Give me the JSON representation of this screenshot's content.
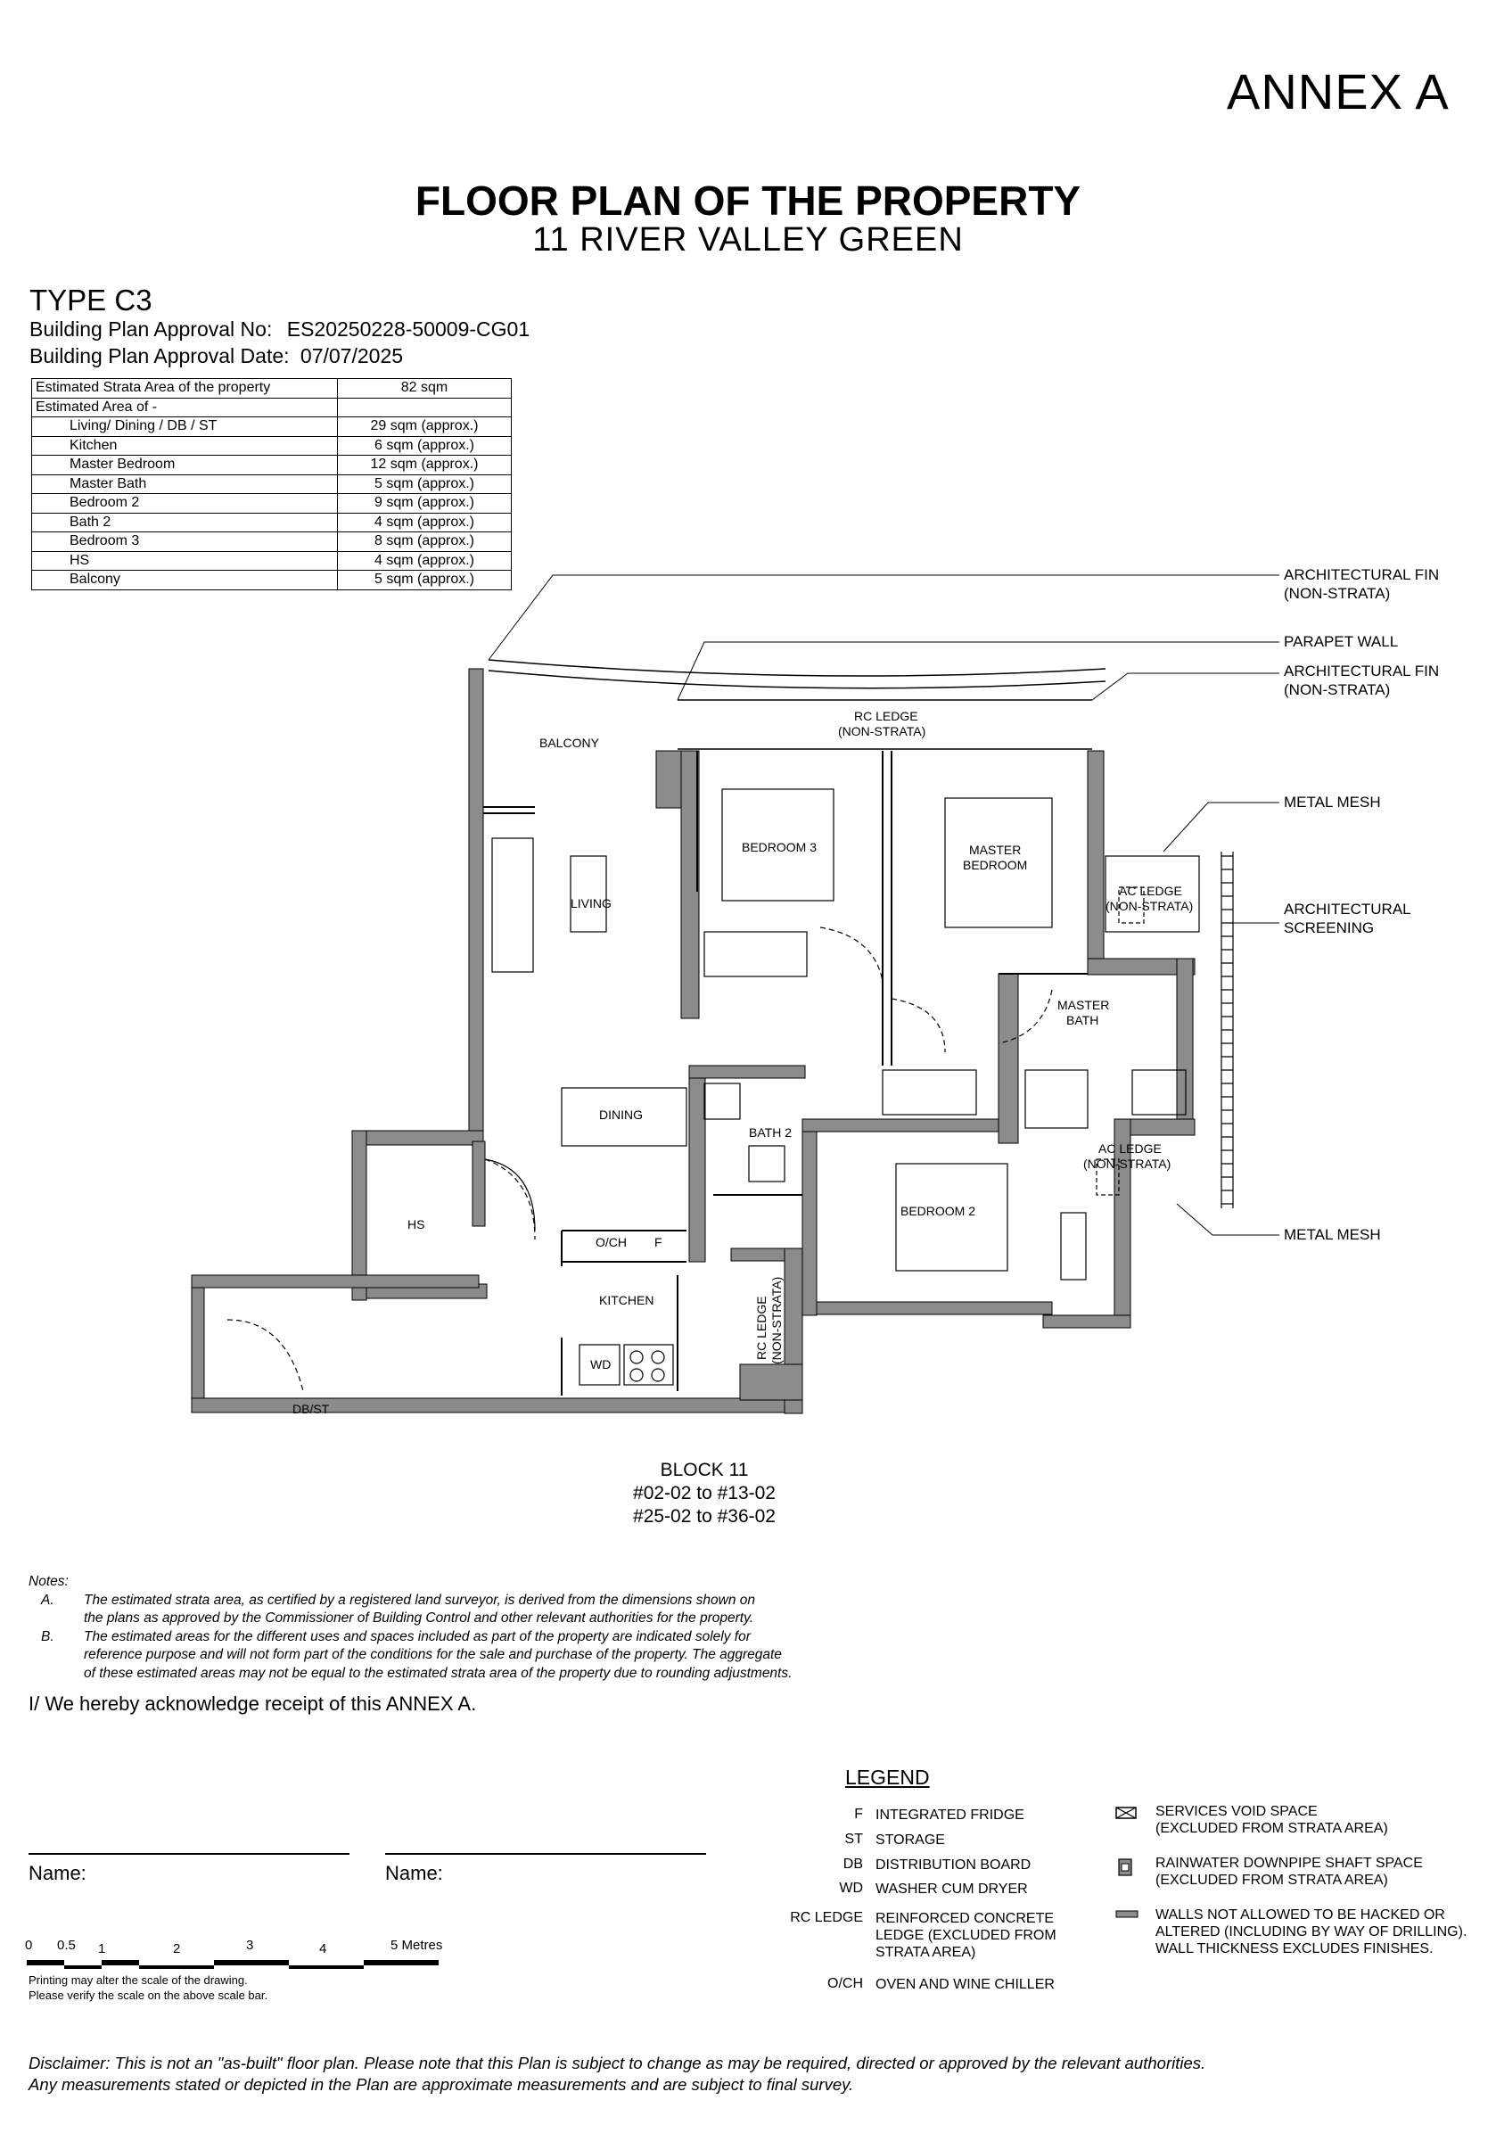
{
  "header": {
    "annex": "ANNEX A",
    "title": "FLOOR PLAN OF THE PROPERTY",
    "subtitle": "11 RIVER VALLEY GREEN"
  },
  "unit": {
    "type": "TYPE C3",
    "approval_no_label": "Building Plan Approval No:",
    "approval_no": "ES20250228-50009-CG01",
    "approval_date_label": "Building Plan Approval Date:",
    "approval_date": "07/07/2025"
  },
  "area_table": {
    "strata_label": "Estimated Strata Area of the property",
    "strata_value": "82 sqm",
    "estimated_label": "Estimated Area of -",
    "rows": [
      {
        "label": "Living/ Dining / DB / ST",
        "value": "29 sqm (approx.)"
      },
      {
        "label": "Kitchen",
        "value": "6 sqm (approx.)"
      },
      {
        "label": "Master Bedroom",
        "value": "12 sqm (approx.)"
      },
      {
        "label": "Master Bath",
        "value": "5 sqm (approx.)"
      },
      {
        "label": "Bedroom 2",
        "value": "9 sqm (approx.)"
      },
      {
        "label": "Bath 2",
        "value": "4 sqm (approx.)"
      },
      {
        "label": "Bedroom 3",
        "value": "8 sqm (approx.)"
      },
      {
        "label": "HS",
        "value": "4 sqm (approx.)"
      },
      {
        "label": "Balcony",
        "value": "5 sqm (approx.)"
      }
    ]
  },
  "plan": {
    "rooms": {
      "balcony": "BALCONY",
      "living": "LIVING",
      "bedroom3": "BEDROOM 3",
      "master_bedroom_1": "MASTER",
      "master_bedroom_2": "BEDROOM",
      "master_bath_1": "MASTER",
      "master_bath_2": "BATH",
      "dining": "DINING",
      "bath2": "BATH 2",
      "bedroom2": "BEDROOM 2",
      "hs": "HS",
      "kitchen": "KITCHEN",
      "och": "O/CH",
      "fridge": "F",
      "wd": "WD",
      "dbst": "DB/ST",
      "rc_ledge_1": "RC LEDGE",
      "rc_ledge_2": "(NON-STRATA)",
      "ac_ledge_1": "AC LEDGE",
      "ac_ledge_2": "(NON-STRATA)",
      "ac_ledge_b1": "AC LEDGE",
      "ac_ledge_b2": "(NON-STRATA)",
      "rc_ledge_v1": "RC LEDGE",
      "rc_ledge_v2": "(NON-STRATA)"
    },
    "callouts": {
      "arch_fin_1a": "ARCHITECTURAL FIN",
      "arch_fin_1b": "(NON-STRATA)",
      "parapet": "PARAPET WALL",
      "arch_fin_2a": "ARCHITECTURAL FIN",
      "arch_fin_2b": "(NON-STRATA)",
      "metal_mesh_1": "METAL MESH",
      "arch_screen_a": "ARCHITECTURAL",
      "arch_screen_b": "SCREENING",
      "metal_mesh_2": "METAL MESH"
    }
  },
  "block": {
    "name": "BLOCK 11",
    "range1": "#02-02 to #13-02",
    "range2": "#25-02 to #36-02"
  },
  "notes": {
    "heading": "Notes:",
    "items": [
      {
        "label": "A.",
        "line1": "The estimated strata area, as certified by a registered land surveyor, is derived from the dimensions shown on",
        "line2": "the plans as approved by the Commissioner of Building Control and other relevant authorities for the property."
      },
      {
        "label": "B.",
        "line1": "The estimated areas for the different uses and spaces included as part of the property are indicated solely for",
        "line2": "reference purpose and will not form part of the conditions for the sale and purchase of the property. The aggregate",
        "line3": "of these estimated areas may not be equal to the estimated strata area of the property due to rounding adjustments."
      }
    ]
  },
  "acknowledgement": "I/ We hereby acknowledge receipt of this ANNEX A.",
  "signatures": {
    "name1": "Name:",
    "name2": "Name:"
  },
  "scale_bar": {
    "ticks": [
      "0",
      "0.5",
      "1",
      "2",
      "3",
      "4"
    ],
    "end_label": "5 Metres",
    "note1": "Printing may alter the scale of the drawing.",
    "note2": "Please verify the scale on the above scale bar."
  },
  "legend": {
    "title": "LEGEND",
    "abbrev": [
      {
        "abbr": "F",
        "text": "INTEGRATED FRIDGE"
      },
      {
        "abbr": "ST",
        "text": "STORAGE"
      },
      {
        "abbr": "DB",
        "text": "DISTRIBUTION BOARD"
      },
      {
        "abbr": "WD",
        "text": "WASHER CUM DRYER"
      },
      {
        "abbr": "RC LEDGE",
        "line1": "REINFORCED CONCRETE",
        "line2": "LEDGE (EXCLUDED FROM",
        "line3": "STRATA AREA)"
      },
      {
        "abbr": "O/CH",
        "text": "OVEN AND WINE CHILLER"
      }
    ],
    "symbols": [
      {
        "name": "services-void",
        "line1": "SERVICES VOID SPACE",
        "line2": "(EXCLUDED FROM STRATA AREA)"
      },
      {
        "name": "rainwater-downpipe",
        "line1": "RAINWATER DOWNPIPE SHAFT SPACE",
        "line2": "(EXCLUDED FROM STRATA AREA)"
      },
      {
        "name": "walls",
        "line1": "WALLS NOT ALLOWED TO BE HACKED OR",
        "line2": "ALTERED (INCLUDING BY WAY OF DRILLING).",
        "line3": "WALL THICKNESS EXCLUDES FINISHES."
      }
    ]
  },
  "disclaimer": {
    "line1": "Disclaimer: This is not an \"as-built\" floor plan. Please note that this Plan is subject to change as may be required, directed or approved by the relevant authorities.",
    "line2": "Any measurements stated or depicted in the Plan are approximate measurements and are subject to final survey."
  }
}
